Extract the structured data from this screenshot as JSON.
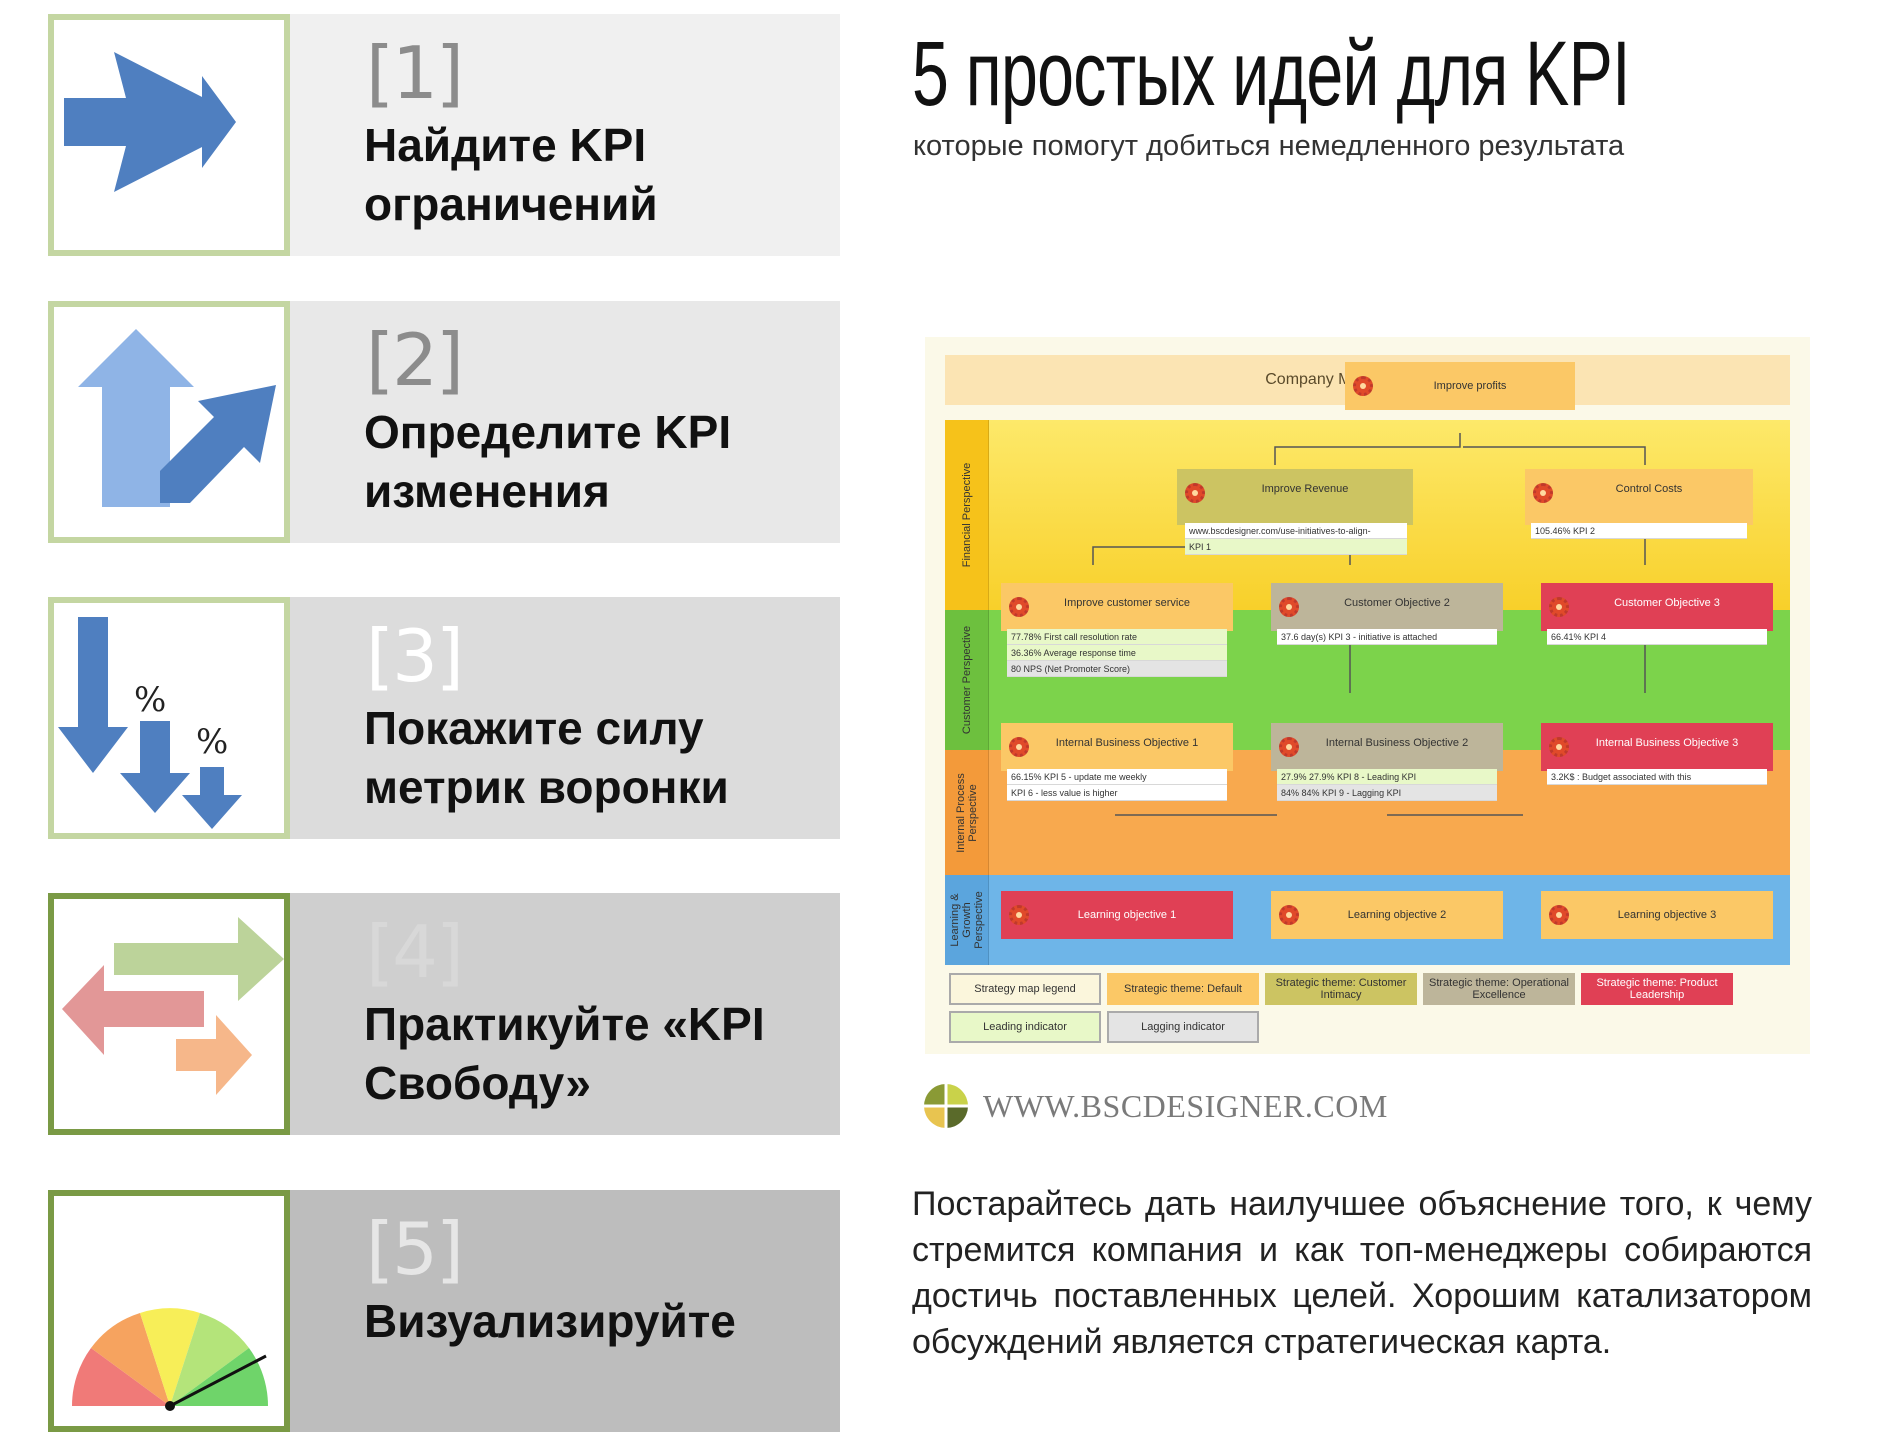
{
  "ideas": [
    {
      "num": "[1]",
      "title": "Найдите KPI ограничений",
      "band_color": "#f0f0f0",
      "num_color": "#8c8c8c",
      "icon": "arrow-right-icon"
    },
    {
      "num": "[2]",
      "title": "Определите KPI изменения",
      "band_color": "#e8e8e8",
      "num_color": "#8c8c8c",
      "icon": "fork-arrows-icon"
    },
    {
      "num": "[3]",
      "title": "Покажите силу метрик воронки",
      "band_color": "#dcdcdc",
      "num_color": "#ffffff",
      "icon": "funnel-arrows-icon"
    },
    {
      "num": "[4]",
      "title": "Практикуйте «KPI Свободу»",
      "band_color": "#cfcfcf",
      "num_color": "#d8d8d8",
      "icon": "swap-arrows-icon"
    },
    {
      "num": "[5]",
      "title": "Визуализируйте",
      "band_color": "#bdbdbd",
      "num_color": "#e6e6e6",
      "icon": "gauge-icon"
    }
  ],
  "percent_sign": "%",
  "header": {
    "title": "5 простых идей для KPI",
    "subtitle": "которые помогут добиться немедленного результата"
  },
  "strategy_map": {
    "mission": "Company Mission Statement",
    "lanes": {
      "financial": "Financial Perspective",
      "customer": "Customer Perspective",
      "internal": "Internal Process Perspective",
      "learning": "Learning & Growth Perspective"
    },
    "objectives": {
      "improve_profits": "Improve profits",
      "improve_revenue": "Improve Revenue",
      "control_costs": "Control Costs",
      "improve_customer_service": "Improve customer service",
      "customer_objective_2": "Customer Objective 2",
      "customer_objective_3": "Customer Objective 3",
      "internal_1": "Internal Business Objective 1",
      "internal_2": "Internal Business Objective 2",
      "internal_3": "Internal Business Objective 3",
      "learning_1": "Learning objective 1",
      "learning_2": "Learning objective 2",
      "learning_3": "Learning objective 3"
    },
    "kpi_rows": {
      "revenue_link": "www.bscdesigner.com/use-initiatives-to-align-",
      "kpi1": "KPI 1",
      "kpi2": "105.46%  KPI 2",
      "first_call": "77.78%  First call resolution rate",
      "avg_response": "36.36%  Average response time",
      "nps": "80   NPS (Net Promoter Score)",
      "kpi3": "37.6 day(s) KPI 3 - initiative is attached",
      "kpi4": "66.41%  KPI 4",
      "kpi5": "66.15%  KPI 5 - update me weekly",
      "kpi6": "KPI 6 - less value is higher",
      "kpi8": "27.9%  27.9%  KPI 8 - Leading KPI",
      "kpi9": "84%  84%  KPI 9 - Lagging KPI",
      "budget": "3.2K$ : Budget associated with this"
    },
    "legend": {
      "strategy_map_legend": "Strategy map legend",
      "theme_default": "Strategic theme: Default",
      "theme_customer": "Strategic theme: Customer Intimacy",
      "theme_operational": "Strategic theme: Operational Excellence",
      "theme_product": "Strategic theme: Product Leadership",
      "leading": "Leading indicator",
      "lagging": "Lagging indicator"
    }
  },
  "logo_text": "WWW.BSCDESIGNER.COM",
  "paragraph": "Постарайтесь дать наилучшее объяснение того, к чему стремится компания и как топ-менеджеры собираются достичь поставленных целей. Хорошим катализатором обсуждений является стратегическая карта."
}
